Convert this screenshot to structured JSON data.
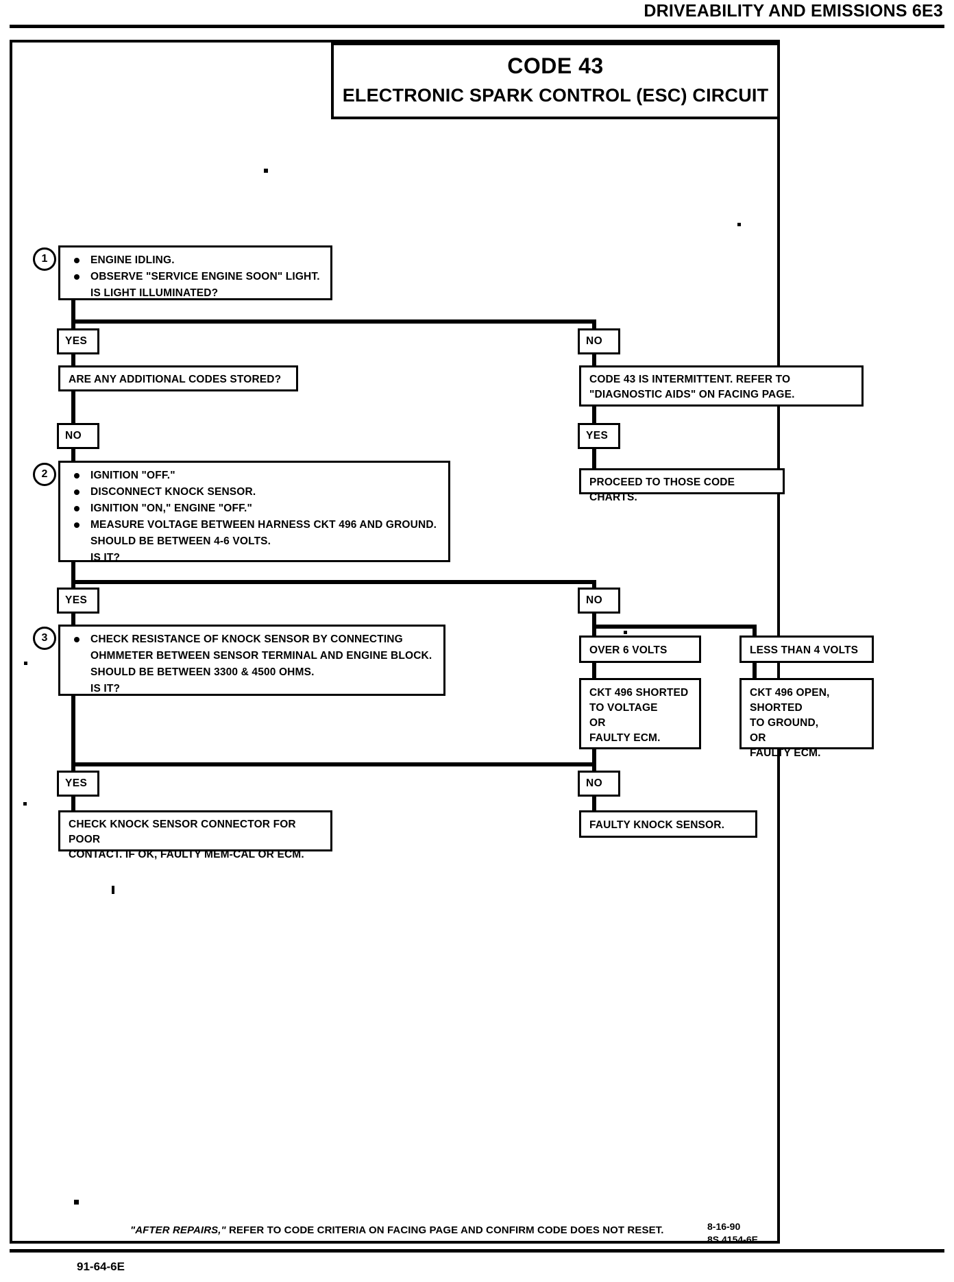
{
  "header": {
    "title": "DRIVEABILITY AND EMISSIONS  6E3"
  },
  "title_block": {
    "code": "CODE 43",
    "subtitle": "ELECTRONIC SPARK CONTROL (ESC) CIRCUIT"
  },
  "steps": [
    {
      "number": "1",
      "bullets": [
        "ENGINE IDLING.",
        "OBSERVE \"SERVICE ENGINE SOON\" LIGHT."
      ],
      "continuation": "IS LIGHT ILLUMINATED?"
    },
    {
      "number": "2",
      "bullets": [
        "IGNITION \"OFF.\"",
        "DISCONNECT KNOCK SENSOR.",
        "IGNITION \"ON,\"  ENGINE \"OFF.\"",
        "MEASURE VOLTAGE BETWEEN HARNESS CKT 496 AND GROUND."
      ],
      "continuation_1": "SHOULD BE BETWEEN 4-6 VOLTS.",
      "continuation_2": "IS IT?"
    },
    {
      "number": "3",
      "bullets": [
        "CHECK RESISTANCE OF KNOCK SENSOR BY CONNECTING"
      ],
      "continuation_1": "OHMMETER BETWEEN SENSOR TERMINAL AND ENGINE BLOCK.",
      "continuation_2": "SHOULD BE BETWEEN 3300 & 4500 OHMS.",
      "continuation_3": "IS IT?"
    }
  ],
  "branch_tags": {
    "q1_yes": "YES",
    "q1_no": "NO",
    "q1b_no": "NO",
    "q1b_yes": "YES",
    "q2_yes": "YES",
    "q2_no": "NO",
    "q3_yes": "YES",
    "q3_no": "NO"
  },
  "result_boxes": {
    "additional_codes": "ARE ANY ADDITIONAL CODES STORED?",
    "intermittent_line1": "CODE 43 IS INTERMITTENT.  REFER TO",
    "intermittent_line2": "\"DIAGNOSTIC AIDS\" ON FACING PAGE.",
    "proceed_charts": "PROCEED TO THOSE CODE CHARTS.",
    "over_6_volts": "OVER 6 VOLTS",
    "less_than_4_volts": "LESS THAN 4 VOLTS",
    "shorted_to_voltage_1": "CKT 496 SHORTED",
    "shorted_to_voltage_2": "TO VOLTAGE",
    "shorted_to_voltage_3": "OR",
    "shorted_to_voltage_4": "FAULTY ECM.",
    "open_shorted_1": "CKT 496 OPEN, SHORTED",
    "open_shorted_2": "TO GROUND,",
    "open_shorted_3": "OR",
    "open_shorted_4": "FAULTY ECM.",
    "check_connector_1": "CHECK KNOCK SENSOR CONNECTOR FOR POOR",
    "check_connector_2": "CONTACT.  IF OK, FAULTY MEM-CAL OR ECM.",
    "faulty_knock_sensor": "FAULTY KNOCK SENSOR."
  },
  "footer": {
    "note_italic": "\"AFTER REPAIRS,\"",
    "note_rest": " REFER TO CODE CRITERIA ON FACING PAGE AND CONFIRM CODE DOES NOT RESET.",
    "date": "8-16-90",
    "doc_id": "8S 4154-6E",
    "page_code": "91-64-6E"
  }
}
